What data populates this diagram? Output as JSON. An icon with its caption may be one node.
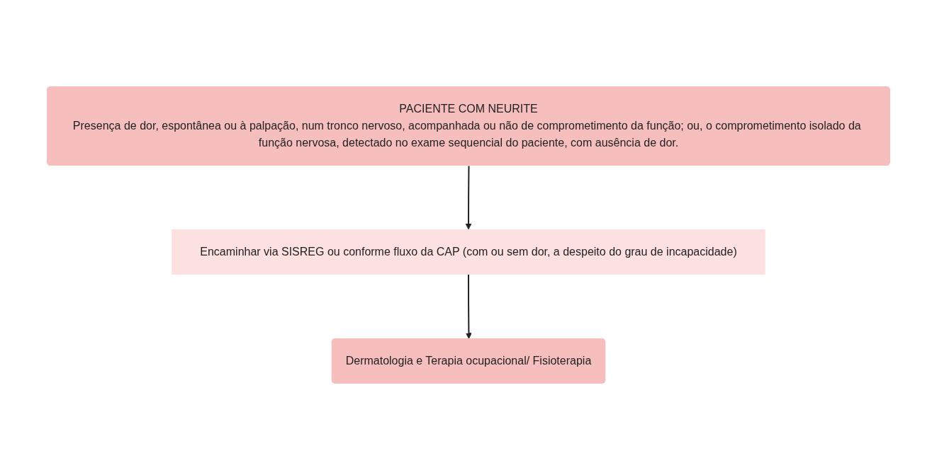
{
  "diagram": {
    "nodes": [
      {
        "text": [
          "PACIENTE COM NEURITE",
          "Presença de dor, espontânea ou à palpação, num tronco nervoso, acompanhada ou não de comprometimento da função; ou, o comprometimento isolado da função nervosa, detectado no exame sequencial do paciente, com ausência de dor."
        ]
      },
      {
        "text": [
          "Encaminhar via SISREG ou conforme fluxo da CAP (com ou sem dor, a despeito do grau de incapacidade)"
        ]
      },
      {
        "text": [
          "Dermatologia e Terapia ocupacional/ Fisioterapia"
        ]
      }
    ],
    "edges": [
      {
        "from": 0,
        "to": 1,
        "arrow": "to"
      },
      {
        "from": 1,
        "to": 2,
        "arrow": "to"
      }
    ]
  }
}
